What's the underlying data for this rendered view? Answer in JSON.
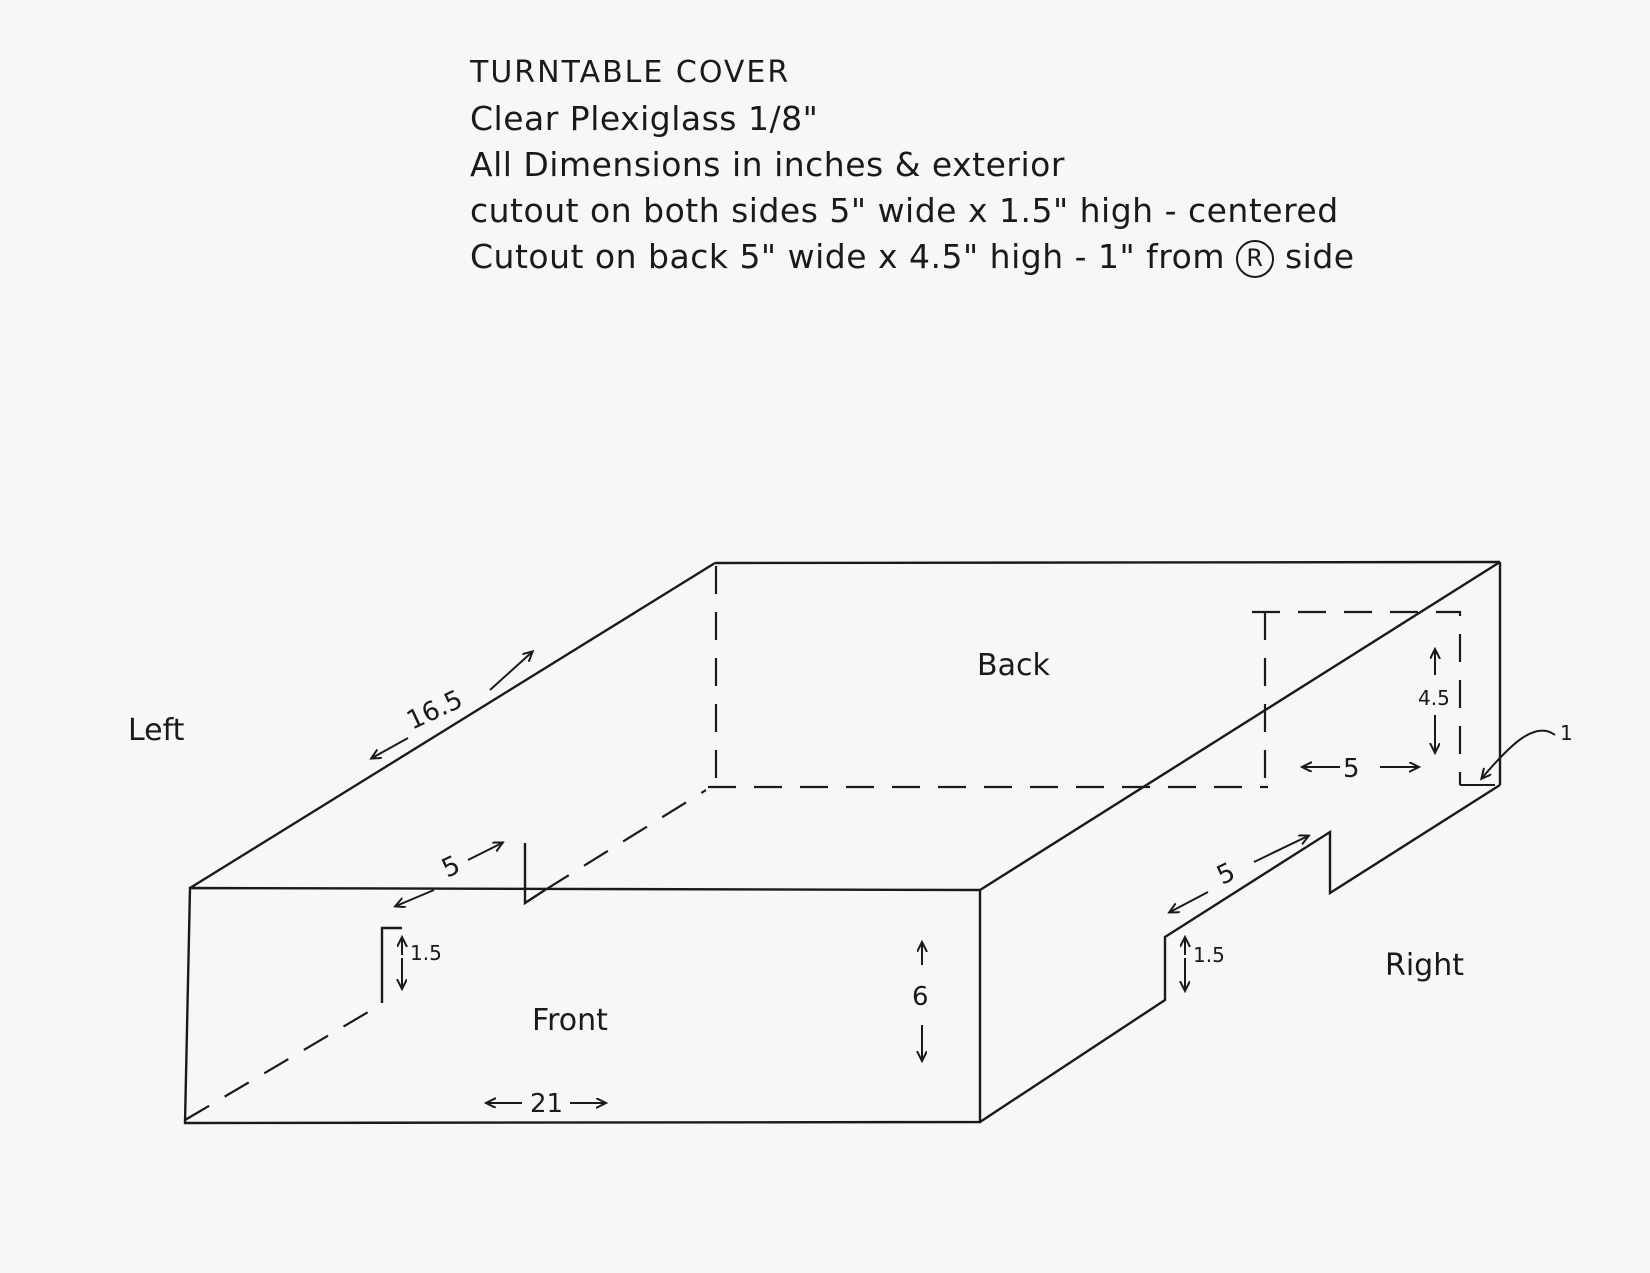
{
  "notes": {
    "title": "TURNTABLE COVER",
    "line2": "Clear Plexiglass 1/8\"",
    "line3": "All Dimensions in inches & exterior",
    "line4": "cutout on both sides 5\" wide x 1.5\" high - centered",
    "line5_a": "Cutout on back 5\" wide x 4.5\" high - 1\" from",
    "line5_circ": "R",
    "line5_b": "side"
  },
  "faces": {
    "left": "Left",
    "right": "Right",
    "front": "Front",
    "back": "Back"
  },
  "dimensions": {
    "depth": "16.5",
    "width": "21",
    "height": "6",
    "left_cutout_width": "5",
    "left_cutout_height": "1.5",
    "right_cutout_width": "5",
    "right_cutout_height": "1.5",
    "back_cutout_width": "5",
    "back_cutout_height": "4.5",
    "back_cutout_offset": "1"
  }
}
